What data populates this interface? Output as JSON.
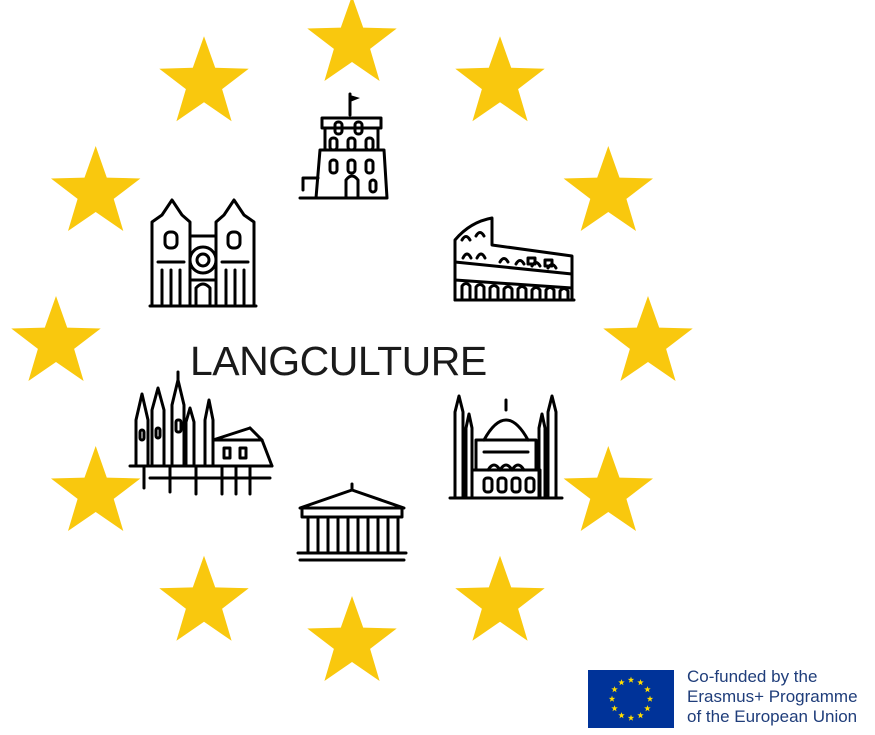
{
  "title": "LANGCULTURE",
  "star_color": "#f9c80e",
  "eu_badge": {
    "line1": "Co-funded by the",
    "line2": "Erasmus+ Programme",
    "line3": "of the European Union",
    "flag_color": "#003399",
    "flag_star_color": "#ffdd00",
    "text_color": "#1f3d7a"
  },
  "landmarks": [
    {
      "icon": "gediminas-tower-icon"
    },
    {
      "icon": "colosseum-icon"
    },
    {
      "icon": "hagia-sophia-icon"
    },
    {
      "icon": "parthenon-icon"
    },
    {
      "icon": "prague-castle-icon"
    },
    {
      "icon": "porto-cathedral-icon"
    }
  ]
}
